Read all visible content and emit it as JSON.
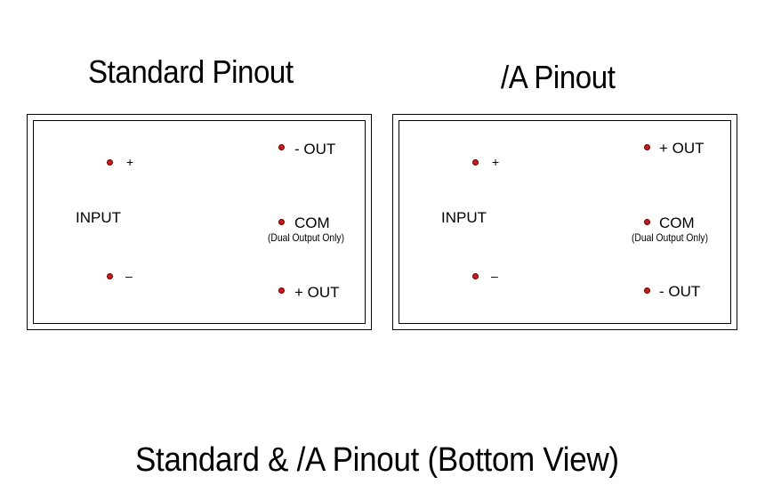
{
  "titles": {
    "standard": "Standard Pinout",
    "slash_a": "/A Pinout",
    "footer": "Standard & /A Pinout (Bottom View)"
  },
  "standard_panel": {
    "input_label": "INPUT",
    "plus": "+",
    "minus": "–",
    "top_out": "- OUT",
    "com": "COM",
    "com_note": "(Dual Output Only)",
    "bottom_out": "+ OUT"
  },
  "a_panel": {
    "input_label": "INPUT",
    "plus": "+",
    "minus": "–",
    "top_out": "+ OUT",
    "com": "COM",
    "com_note": "(Dual Output Only)",
    "bottom_out": "- OUT"
  },
  "colors": {
    "pin": "#e01010",
    "outline": "#000000"
  }
}
